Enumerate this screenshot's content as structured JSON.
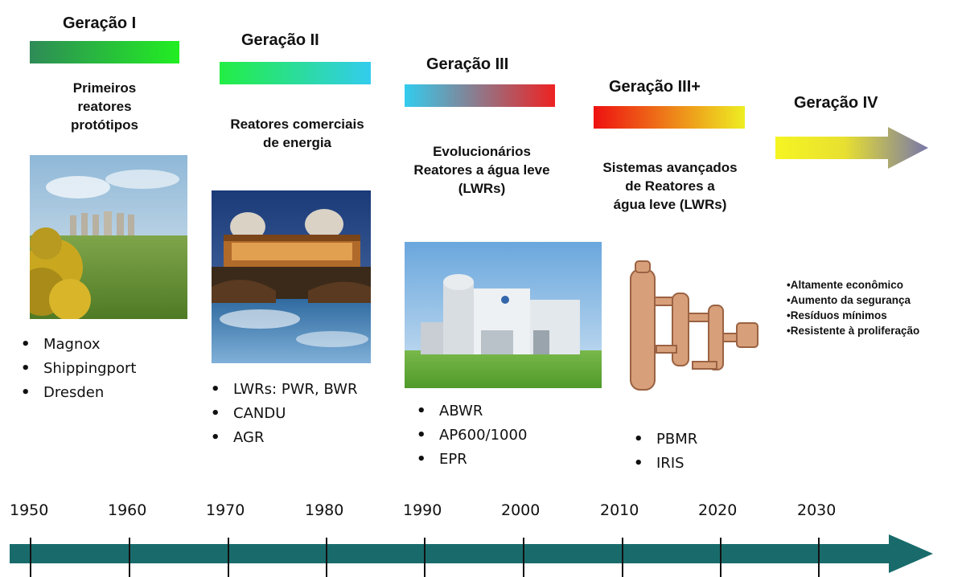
{
  "generations": [
    {
      "title": "Geração I",
      "description": "Primeiros\nreatores\nprotótipos",
      "reactors": [
        "Magnox",
        "Shippingport",
        "Dresden"
      ],
      "bar_colors": [
        "#2e8b57",
        "#22ee22"
      ]
    },
    {
      "title": "Geração II",
      "description": "Reatores comerciais\nde energia",
      "reactors": [
        "LWRs: PWR, BWR",
        "CANDU",
        "AGR"
      ],
      "bar_colors": [
        "#22ee44",
        "#33ccee"
      ]
    },
    {
      "title": "Geração III",
      "description": "Evolucionários\nReatores a água leve\n(LWRs)",
      "reactors": [
        "ABWR",
        "AP600/1000",
        "EPR"
      ],
      "bar_colors": [
        "#33ccee",
        "#ee2222"
      ]
    },
    {
      "title": "Geração III+",
      "description": "Sistemas avançados\nde Reatores a\nágua leve (LWRs)",
      "reactors": [
        "PBMR",
        "IRIS"
      ],
      "bar_colors": [
        "#ee1111",
        "#eeee22"
      ]
    },
    {
      "title": "Geração IV",
      "description": "",
      "features": [
        "Altamente econômico",
        "Aumento da segurança",
        "Resíduos mínimos",
        "Resistente à proliferação"
      ],
      "bar_colors": [
        "#f5f522",
        "#7777aa"
      ]
    }
  ],
  "timeline": {
    "years": [
      "1950",
      "1960",
      "1970",
      "1980",
      "1990",
      "2000",
      "2010",
      "2020",
      "2030"
    ],
    "arrow_color": "#196b6b"
  }
}
